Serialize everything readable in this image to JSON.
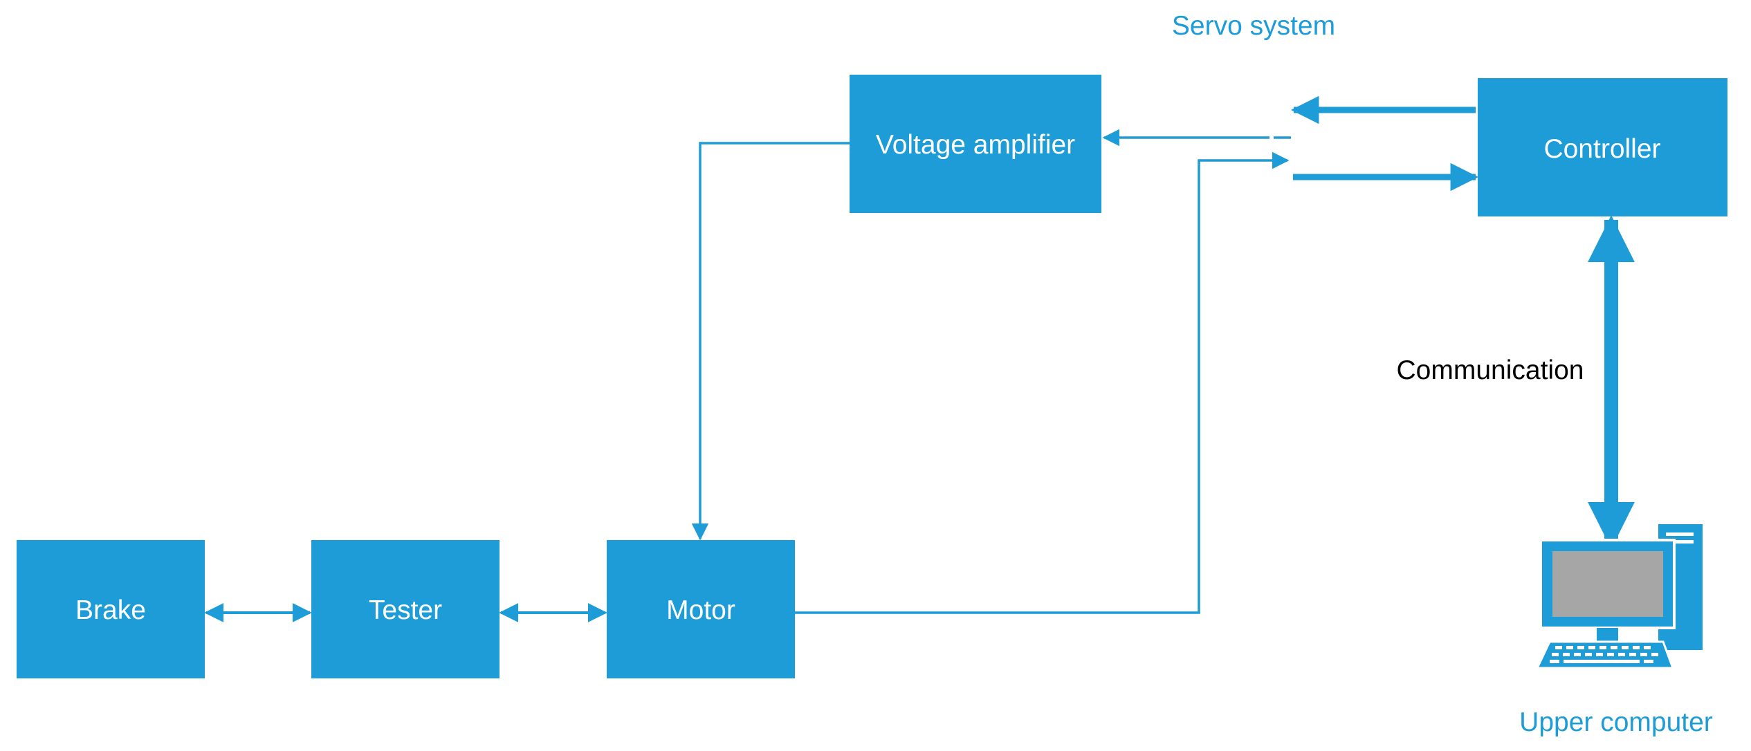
{
  "colors": {
    "block_fill": "#1e9cd7",
    "line": "#1e9cd7",
    "label_on_block": "#ffffff",
    "caption_blue": "#1e9cd7",
    "caption_black": "#000000",
    "screen_gray": "#a6a6a6"
  },
  "labels": {
    "servo_system": "Servo system",
    "voltage_amplifier": "Voltage amplifier",
    "controller": "Controller",
    "communication": "Communication",
    "brake": "Brake",
    "tester": "Tester",
    "motor": "Motor",
    "upper_computer": "Upper computer"
  },
  "icons": {
    "computer": "desktop-computer-icon"
  }
}
